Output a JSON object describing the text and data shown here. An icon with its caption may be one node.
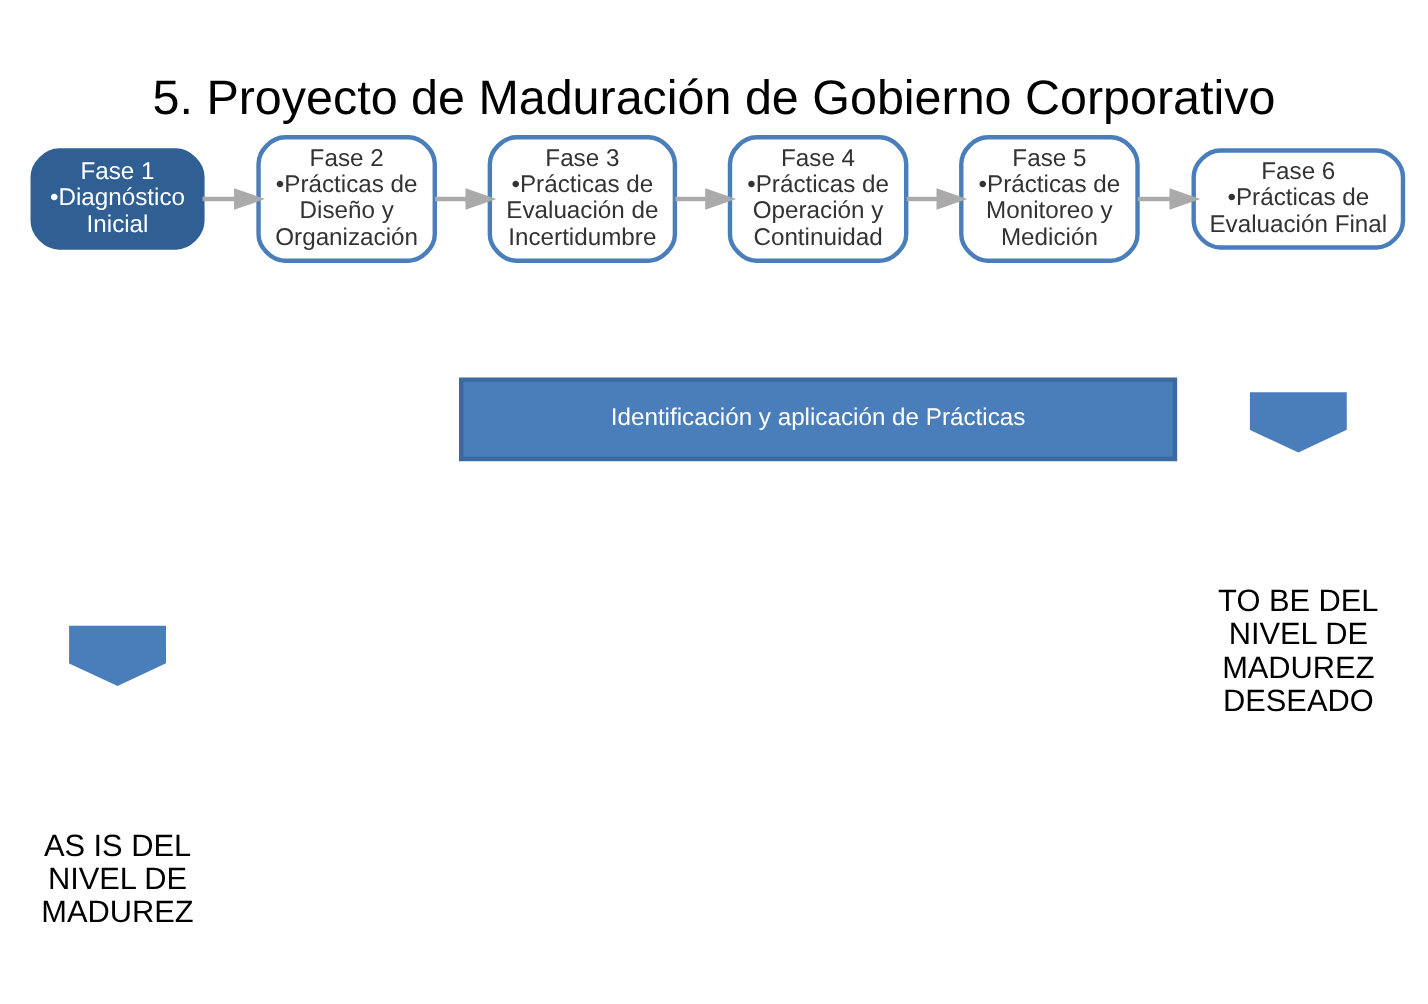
{
  "diagram": {
    "title": "5. Proyecto de Maduración de Gobierno Corporativo",
    "nodes": [
      {
        "text": [
          "Fase 1",
          "•Diagnóstico Inicial"
        ]
      },
      {
        "text": [
          "Fase 2",
          "•Prácticas de Diseño y Organización"
        ]
      },
      {
        "text": [
          "Fase 3",
          "•Prácticas de Evaluación de Incertidumbre"
        ]
      },
      {
        "text": [
          "Fase 4",
          "•Prácticas de Operación y Continuidad"
        ]
      },
      {
        "text": [
          "Fase 5",
          "•Prácticas de Monitoreo y Medición"
        ]
      },
      {
        "text": [
          "Fase 6",
          "•Prácticas de Evaluación Final"
        ]
      },
      {
        "text": [
          "Identificación y aplicación de Prácticas"
        ]
      },
      {
        "text": [],
        "shape": "arrow"
      },
      {
        "text": [],
        "shape": "arrow"
      }
    ],
    "edges": [
      {
        "from": 0,
        "to": 1,
        "arrow": "to"
      },
      {
        "from": 1,
        "to": 2,
        "arrow": "to"
      },
      {
        "from": 2,
        "to": 3,
        "arrow": "to"
      },
      {
        "from": 3,
        "to": 4,
        "arrow": "to"
      },
      {
        "from": 4,
        "to": 5,
        "arrow": "to"
      }
    ],
    "labels": [
      "TO BE DEL NIVEL DE MADUREZ DESEADO",
      "AS IS DEL NIVEL DE MADUREZ"
    ]
  }
}
